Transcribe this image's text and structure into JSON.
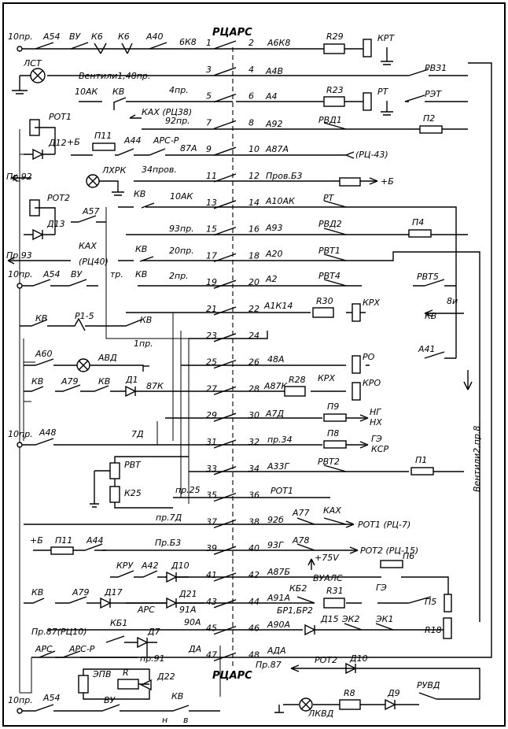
{
  "connector": {
    "name_top": "РЦАРС",
    "name_bottom": "РЦАРС"
  },
  "pins": {
    "left": [
      "1",
      "3",
      "5",
      "7",
      "9",
      "11",
      "13",
      "15",
      "17",
      "19",
      "21",
      "23",
      "25",
      "27",
      "29",
      "31",
      "33",
      "35",
      "37",
      "39",
      "41",
      "43",
      "45",
      "47"
    ],
    "right": [
      "2",
      "4",
      "6",
      "8",
      "10",
      "12",
      "14",
      "16",
      "18",
      "20",
      "22",
      "24",
      "26",
      "28",
      "30",
      "32",
      "34",
      "36",
      "38",
      "40",
      "42",
      "44",
      "46",
      "48"
    ]
  },
  "wires_left": {
    "w1": "6К8",
    "w5": "4пр.",
    "w7": "92пр.",
    "w9": "87А",
    "w11": "34пров.",
    "w13": "10АК",
    "w15": "93пр.",
    "w17": "20пр.",
    "w19": "2пр.",
    "w31": "7Д",
    "w35": "пр.25",
    "w37": "пр.7Д",
    "w39": "Пр.Б3",
    "w45": "90А",
    "w47": "ДА"
  },
  "wires_right": {
    "w2": "А6К8",
    "w4": "А4В",
    "w6": "А4",
    "w8": "А92",
    "w10": "А87А",
    "w12": "Пров.Б3",
    "w14": "А10АК",
    "w16": "А93",
    "w18": "А20",
    "w20": "А2",
    "w22": "А1К14",
    "w26": "48А",
    "w28": "А87К",
    "w30": "А7Д",
    "w32": "пр.34",
    "w34": "А33Г",
    "w36": "РОТ1",
    "w38": "92б",
    "w40": "93Г",
    "w42": "А87Б",
    "w44": "А91А",
    "w46": "А90А",
    "w48": "АДА"
  },
  "components": {
    "r29": "R29",
    "r23": "R23",
    "r30": "R30",
    "r28": "R28",
    "r31": "R31",
    "r8": "R8",
    "r18": "R18",
    "r": "R",
    "krt": "КРТ",
    "rt": "РТ",
    "krh": "КРХ",
    "krh2": "КРХ",
    "ro": "РО",
    "kro": "КРО",
    "p2": "П2",
    "p4": "П4",
    "p9": "П9",
    "p8": "П8",
    "p1": "П1",
    "p6": "П6",
    "p5": "П5",
    "p11": "П11",
    "rvz1": "РВЗ1",
    "ret": "РЭТ",
    "rvd1": "РВД1",
    "rvd2": "РВД2",
    "rvt1": "РВТ1",
    "rvt4": "РВТ4",
    "rvt5": "РВТ5",
    "rvt2": "РВТ2",
    "a41": "А41",
    "a77": "А77",
    "a78": "А78",
    "kah_r": "КАХ",
    "kb2": "КБ2",
    "ek2": "ЭК2",
    "ek1": "ЭК1",
    "d15": "Д15",
    "ge_r": "ГЭ",
    "pot1_l": "РОТ1",
    "pot2_l": "РОТ2",
    "d12": "Д12",
    "d13": "Д13",
    "a57": "А57",
    "lhrk": "ЛХРК",
    "a54_1": "А54",
    "vu_1": "ВУ",
    "k6a": "К6",
    "k6b": "К6",
    "a40": "А40",
    "lst": "ЛСТ",
    "a44_1": "А44",
    "arsr_1": "АРС-Р",
    "kv": "КВ",
    "a60": "А60",
    "avd": "АВД",
    "a79": "А79",
    "d1": "Д1",
    "a48": "А48",
    "rvt_l": "РВТ",
    "k25": "К25",
    "kru": "КРУ",
    "a42": "А42",
    "d10": "Д10",
    "d17": "Д17",
    "d21": "Д21",
    "ars": "АРС",
    "kb1": "КБ1",
    "d7": "Д7",
    "epv": "ЭПВ",
    "d22": "Д22",
    "pot2_b": "РОТ2",
    "d10b": "Д10",
    "lkvd": "ЛКВД",
    "d9": "Д9",
    "ruvd": "РУВД"
  },
  "labels": {
    "ventil1": "Вентили1,48пр.",
    "ventil2": "Вентили2,пр.8",
    "rc43": "(РЦ-43)",
    "plusb": "+Б",
    "ng": "НГ",
    "nh": "НХ",
    "ge": "ГЭ",
    "ksr": "КСР",
    "rot1_rc7": "РОТ1 (РЦ-7)",
    "rot2_rc15": "РОТ2 (РЦ-15)",
    "plus75": "+75V",
    "vualc": "ВУАЛС",
    "br": "БР1,БР2",
    "pr92": "Пр.92",
    "pr93": "Пр.93",
    "pr87": "Пр.87",
    "kah_rc38": "КАХ (РЦ38)",
    "kah_rc40": "(РЦ40)",
    "kah": "КАХ",
    "pr87rc10": "Пр.87(РЦ10)",
    "pr91": "пр.91",
    "a91": "91А",
    "k87": "87К",
    "plusb2": "+Б",
    "tpr": "тр.",
    "pr1": "1пр.",
    "r1_5": "Р1-5",
    "a_kv": "КВ",
    "n": "н",
    "v": "в",
    "num8u": "8и",
    "p10": "10пр.",
    "ak10": "10АК"
  }
}
